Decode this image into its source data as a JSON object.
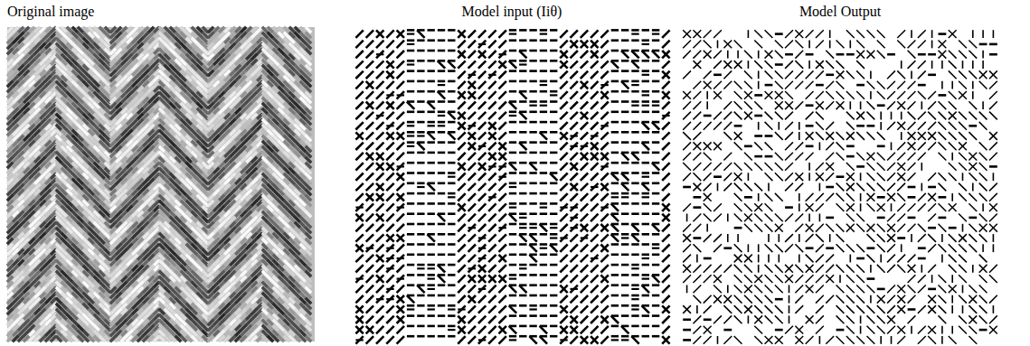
{
  "diagram": {
    "labels": [
      "Original image",
      "Model input (Iiθ)",
      "Model Output"
    ]
  }
}
